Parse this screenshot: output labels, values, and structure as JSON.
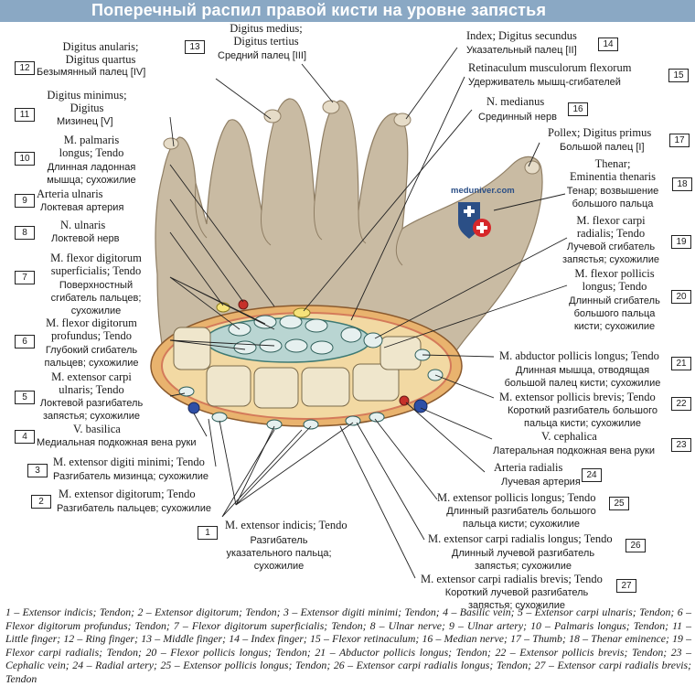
{
  "title": "Поперечный распил правой кисти на уровне запястья",
  "watermark": "meduniver.com",
  "labels": {
    "l1": {
      "num": "1",
      "rus": "Разгибатель указательного пальца; сухожилие",
      "lat": "M. extensor indicis; Tendo"
    },
    "l2": {
      "num": "2",
      "lat": "M. extensor digitorum; Tendo",
      "rus": "Разгибатель пальцев; сухожилие"
    },
    "l3": {
      "num": "3",
      "lat": "M. extensor digiti minimi; Tendo",
      "rus": "Разгибатель мизинца; сухожилие"
    },
    "l4": {
      "num": "4",
      "lat": "V. basilica",
      "rus": "Медиальная подкожная вена руки"
    },
    "l5": {
      "num": "5",
      "lat1": "M. extensor carpi",
      "lat2": "ulnaris; Tendo",
      "rus1": "Локтевой разгибатель",
      "rus2": "запястья; сухожилие"
    },
    "l6": {
      "num": "6",
      "lat1": "M. flexor digitorum",
      "lat2": "profundus; Tendo",
      "rus1": "Глубокий сгибатель",
      "rus2": "пальцев; сухожилие"
    },
    "l7": {
      "num": "7",
      "lat1": "M. flexor digitorum",
      "lat2": "superficialis; Tendo",
      "rus1": "Поверхностный",
      "rus2": "сгибатель пальцев;",
      "rus3": "сухожилие"
    },
    "l8": {
      "num": "8",
      "lat": "N. ulnaris",
      "rus": "Локтевой нерв"
    },
    "l9": {
      "num": "9",
      "lat": "Arteria ulnaris",
      "rus": "Локтевая артерия"
    },
    "l10": {
      "num": "10",
      "lat1": "M. palmaris",
      "lat2": "longus; Tendo",
      "rus1": "Длинная ладонная",
      "rus2": "мышца; сухожилие"
    },
    "l11": {
      "num": "11",
      "lat1": "Digitus minimus;",
      "lat2": "Digitus",
      "rus": "Мизинец [V]"
    },
    "l12": {
      "num": "12",
      "lat1": "Digitus anularis;",
      "lat2": "Digitus quartus",
      "rus": "Безымянный палец [IV]"
    },
    "l13": {
      "num": "13",
      "lat1": "Digitus medius;",
      "lat2": "Digitus tertius",
      "rus": "Средний палец [III]"
    },
    "l14": {
      "num": "14",
      "lat": "Index; Digitus secundus",
      "rus": "Указательный палец [II]"
    },
    "l15": {
      "num": "15",
      "lat": "Retinaculum musculorum flexorum",
      "rus": "Удерживатель мышц-сгибателей"
    },
    "l16": {
      "num": "16",
      "lat": "N. medianus",
      "rus": "Срединный нерв"
    },
    "l17": {
      "num": "17",
      "lat": "Pollex; Digitus primus",
      "rus": "Большой палец [I]"
    },
    "l18": {
      "num": "18",
      "lat1": "Thenar;",
      "lat2": "Eminentia thenaris",
      "rus1": "Тенар; возвышение",
      "rus2": "большого пальца"
    },
    "l19": {
      "num": "19",
      "lat1": "M. flexor carpi",
      "lat2": "radialis; Tendo",
      "rus1": "Лучевой сгибатель",
      "rus2": "запястья; сухожилие"
    },
    "l20": {
      "num": "20",
      "lat1": "M. flexor pollicis",
      "lat2": "longus; Tendo",
      "rus1": "Длинный сгибатель",
      "rus2": "большого пальца",
      "rus3": "кисти; сухожилие"
    },
    "l21": {
      "num": "21",
      "lat": "M. abductor pollicis longus; Tendo",
      "rus1": "Длинная мышца, отводящая",
      "rus2": "большой палец кисти; сухожилие"
    },
    "l22": {
      "num": "22",
      "lat": "M. extensor pollicis brevis; Tendo",
      "rus1": "Короткий разгибатель большого",
      "rus2": "пальца кисти; сухожилие"
    },
    "l23": {
      "num": "23",
      "lat": "V. cephalica",
      "rus": "Латеральная подкожная вена руки"
    },
    "l24": {
      "num": "24",
      "lat": "Arteria radialis",
      "rus": "Лучевая артерия"
    },
    "l25": {
      "num": "25",
      "lat": "M. extensor pollicis longus; Tendo",
      "rus1": "Длинный разгибатель большого",
      "rus2": "пальца кисти; сухожилие"
    },
    "l26": {
      "num": "26",
      "lat": "M. extensor carpi radialis longus; Tendo",
      "rus1": "Длинный лучевой разгибатель",
      "rus2": "запястья; сухожилие"
    },
    "l27": {
      "num": "27",
      "lat": "M. extensor carpi radialis brevis; Tendo",
      "rus1": "Короткий лучевой разгибатель",
      "rus2": "запястья; сухожилие"
    }
  },
  "caption": "1 – Extensor indicis; Tendon; 2 – Extensor digitorum; Tendon; 3 – Extensor digiti minimi; Tendon; 4 – Basilic vein; 5 – Extensor carpi ulnaris; Tendon; 6 – Flexor digitorum profundus; Tendon; 7 – Flexor digitorum superficialis; Tendon; 8 – Ulnar nerve; 9 – Ulnar artery; 10 – Palmaris longus; Tendon; 11 – Little finger; 12 – Ring finger; 13 – Middle finger; 14 – Index finger; 15 – Flexor retinaculum; 16 – Median nerve; 17 – Thumb; 18 – Thenar eminence; 19 – Flexor carpi radialis; Tendon; 20 – Flexor pollicis longus; Tendon; 21 – Abductor pollicis longus; Tendon; 22 – Extensor pollicis brevis; Tendon; 23 – Cephalic vein; 24 – Radial artery; 25 – Extensor pollicis longus; Tendon; 26 – Extensor carpi radialis longus; Tendon; 27 – Extensor carpi radialis brevis; Tendon",
  "colors": {
    "banner": "#8aa8c4",
    "skin": "#c9bba3",
    "skin_shade": "#a8977c",
    "bone": "#efe6cc",
    "fat": "#f2d9a3",
    "muscle": "#d9786a",
    "tendon": "#d8e7e6",
    "nerve": "#f6e37a",
    "vein": "#2e4fa6",
    "artery": "#c7302a"
  }
}
